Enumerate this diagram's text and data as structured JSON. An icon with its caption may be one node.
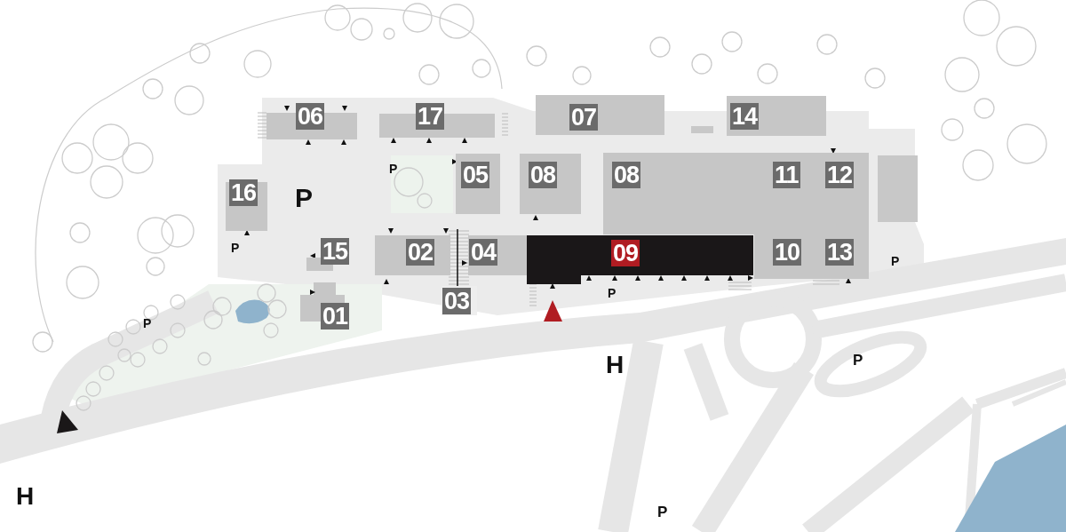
{
  "diagram": {
    "nodes": [
      {
        "text": [
          "06"
        ]
      },
      {
        "text": [
          "17"
        ]
      },
      {
        "text": [
          "07"
        ]
      },
      {
        "text": [
          "14"
        ]
      },
      {
        "text": [
          "05"
        ]
      },
      {
        "text": [
          "08"
        ]
      },
      {
        "text": [
          "08"
        ]
      },
      {
        "text": [
          "11"
        ]
      },
      {
        "text": [
          "12"
        ]
      },
      {
        "text": [
          "16"
        ]
      },
      {
        "text": [
          "02"
        ]
      },
      {
        "text": [
          "04"
        ]
      },
      {
        "text": [
          "09"
        ]
      },
      {
        "text": [
          "10"
        ]
      },
      {
        "text": [
          "13"
        ]
      },
      {
        "text": [
          "15"
        ]
      },
      {
        "text": [
          "03"
        ]
      },
      {
        "text": [
          "01"
        ]
      }
    ],
    "labels": [
      "P",
      "P",
      "P",
      "P",
      "P",
      "P",
      "H",
      "P",
      "H",
      "P"
    ]
  }
}
